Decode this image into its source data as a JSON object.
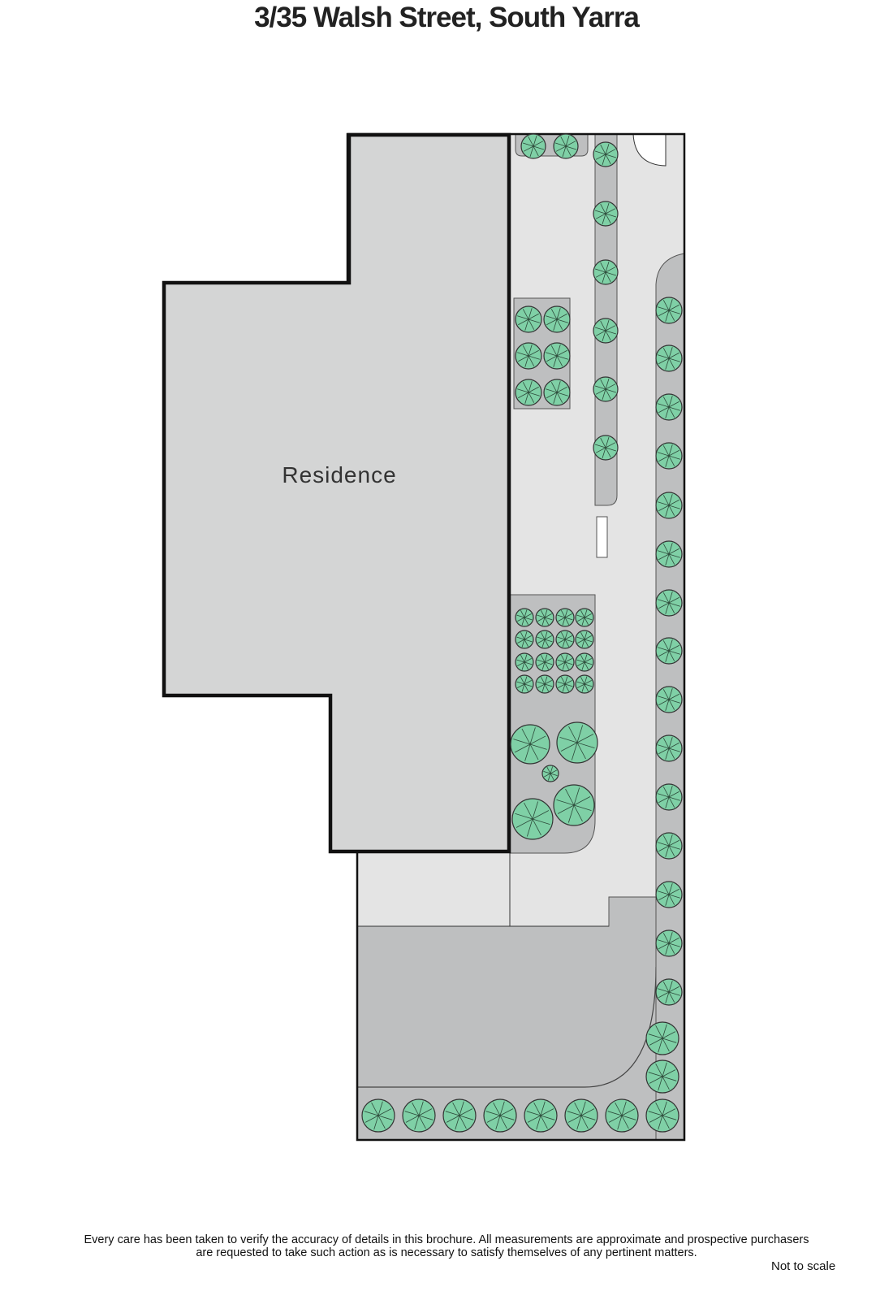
{
  "title": "3/35 Walsh Street, South Yarra",
  "labels": {
    "residence": "Residence"
  },
  "footer": {
    "disclaimer_line1": "Every care has been taken to verify the accuracy of details in this brochure.  All measurements are approximate and prospective purchasers",
    "disclaimer_line2": "are requested to take such action as is necessary to satisfy themselves of any pertinent matters.",
    "scale_note": "Not to scale"
  },
  "colors": {
    "residence": "#d4d5d5",
    "paving": "#e4e4e4",
    "garden": "#bebfc0",
    "tree": "#7fd0a6",
    "outline": "#111111"
  }
}
